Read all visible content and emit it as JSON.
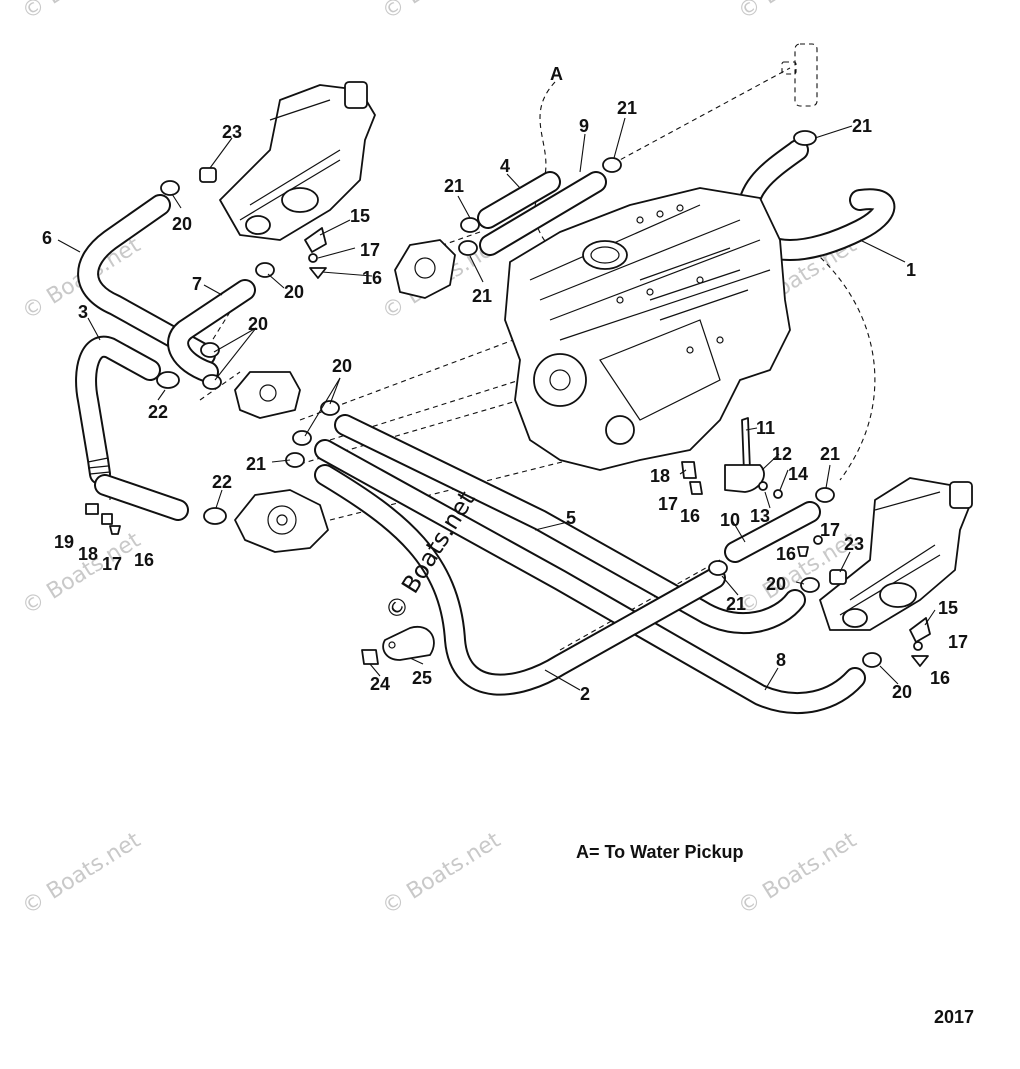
{
  "watermark": "© Boats.net",
  "callouts": [
    "1",
    "2",
    "3",
    "4",
    "5",
    "6",
    "7",
    "8",
    "9",
    "10",
    "11",
    "12",
    "13",
    "14",
    "15",
    "16",
    "17",
    "18",
    "19",
    "20",
    "21",
    "22",
    "23",
    "24",
    "25",
    "A"
  ],
  "note": "A= To Water Pickup",
  "year": "2017"
}
